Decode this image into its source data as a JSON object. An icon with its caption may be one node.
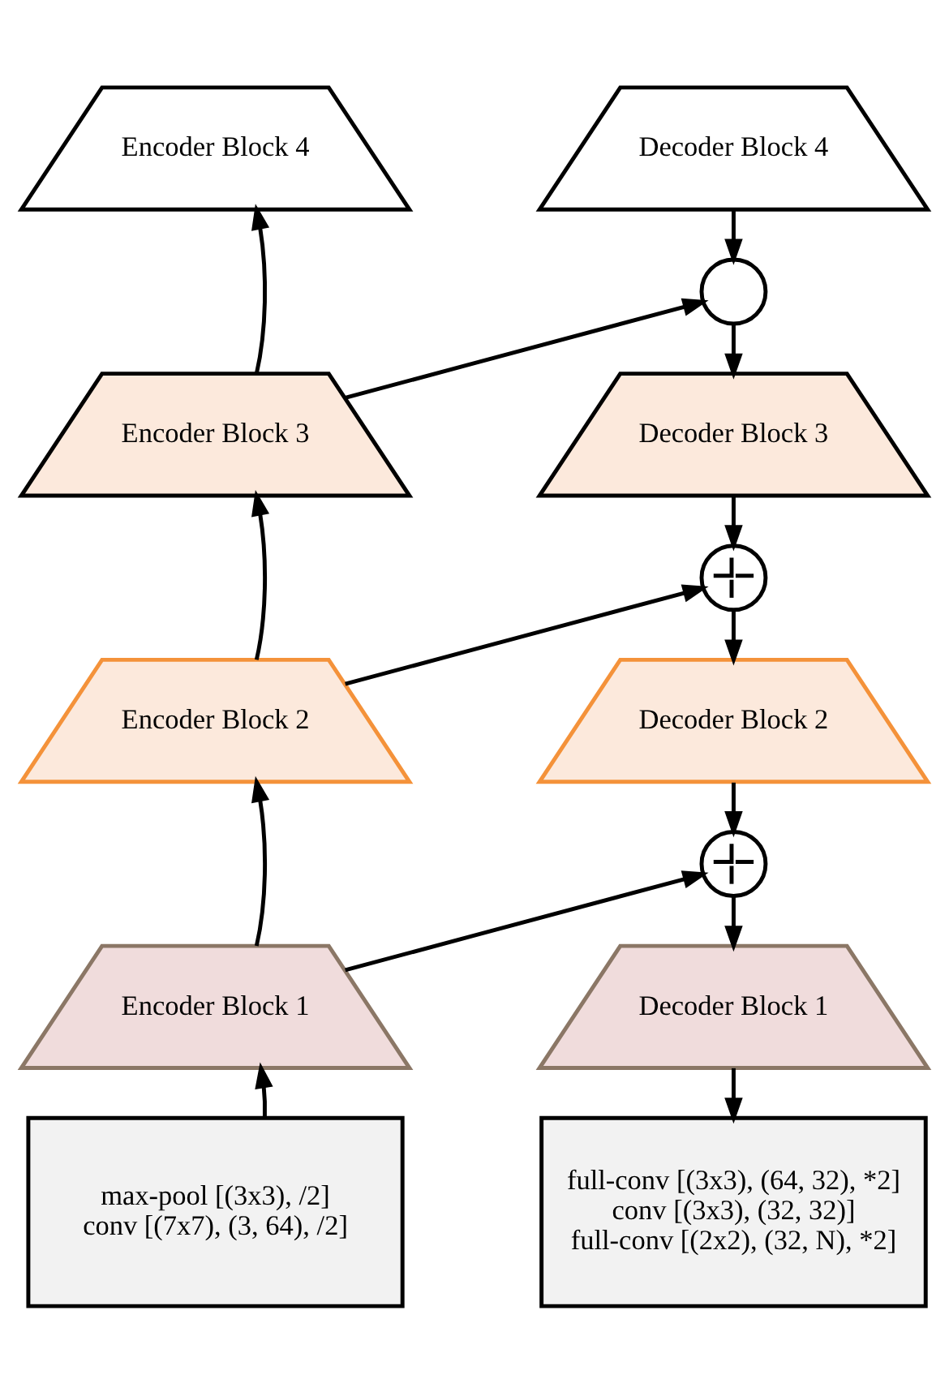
{
  "diagram": {
    "nodes": [
      {
        "text": [
          "Encoder Block 4"
        ]
      },
      {
        "text": [
          "Decoder Block 4"
        ]
      },
      {
        "text": [],
        "shape": "circle"
      },
      {
        "text": [
          "Encoder Block 3"
        ]
      },
      {
        "text": [
          "Decoder Block 3"
        ]
      },
      {
        "text": [],
        "shape": "adder"
      },
      {
        "text": [
          "Encoder Block 2"
        ]
      },
      {
        "text": [
          "Decoder Block 2"
        ]
      },
      {
        "text": [],
        "shape": "adder"
      },
      {
        "text": [
          "Encoder Block 1"
        ]
      },
      {
        "text": [
          "Decoder Block 1"
        ]
      },
      {
        "text": [
          "max-pool [(3x3), /2] conv [(7x7), (3, 64), /2]"
        ]
      },
      {
        "text": [
          "full-conv [(3x3), (64, 32), *2] conv [(3x3), (32, 32)] full-conv [(2x2), (32, N), *2]"
        ]
      }
    ],
    "edges": [
      {
        "from": 11,
        "to": 9,
        "arrow": "to"
      },
      {
        "from": 9,
        "to": 6,
        "arrow": "to"
      },
      {
        "from": 6,
        "to": 3,
        "arrow": "to"
      },
      {
        "from": 3,
        "to": 0,
        "arrow": "to"
      },
      {
        "from": 3,
        "to": 2,
        "arrow": "to"
      },
      {
        "from": 6,
        "to": 5,
        "arrow": "to"
      },
      {
        "from": 9,
        "to": 8,
        "arrow": "to"
      },
      {
        "from": 1,
        "to": 2,
        "arrow": "to"
      },
      {
        "from": 2,
        "to": 4,
        "arrow": "to"
      },
      {
        "from": 4,
        "to": 5,
        "arrow": "to"
      },
      {
        "from": 5,
        "to": 7,
        "arrow": "to"
      },
      {
        "from": 7,
        "to": 8,
        "arrow": "to"
      },
      {
        "from": 8,
        "to": 10,
        "arrow": "to"
      },
      {
        "from": 10,
        "to": 12,
        "arrow": "to"
      }
    ]
  }
}
